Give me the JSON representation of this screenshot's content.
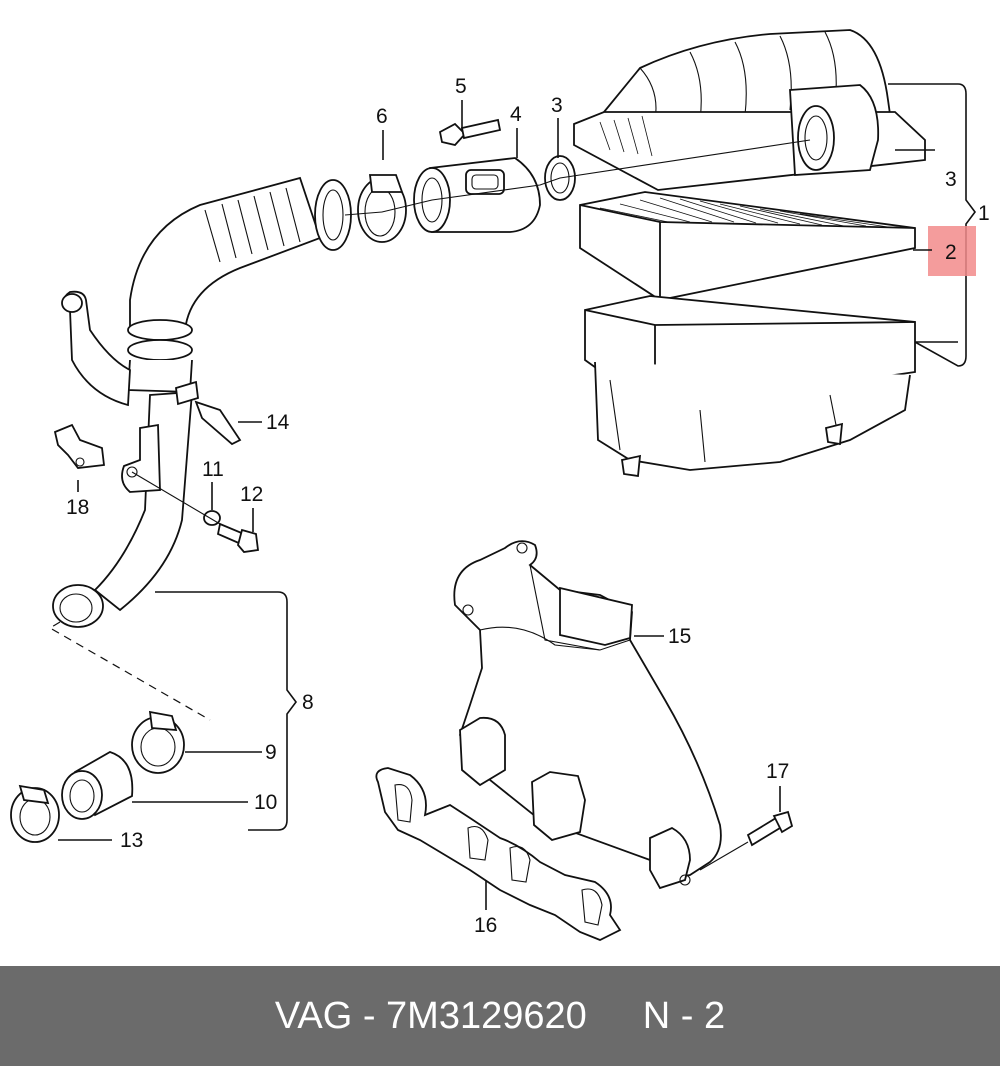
{
  "diagram": {
    "callouts": [
      "1",
      "2",
      "3",
      "3",
      "4",
      "5",
      "6",
      "8",
      "9",
      "10",
      "11",
      "12",
      "13",
      "14",
      "15",
      "16",
      "17",
      "18"
    ],
    "highlighted": "2"
  },
  "footer": {
    "part_code": "VAG - 7M3129620",
    "page": "N - 2"
  }
}
